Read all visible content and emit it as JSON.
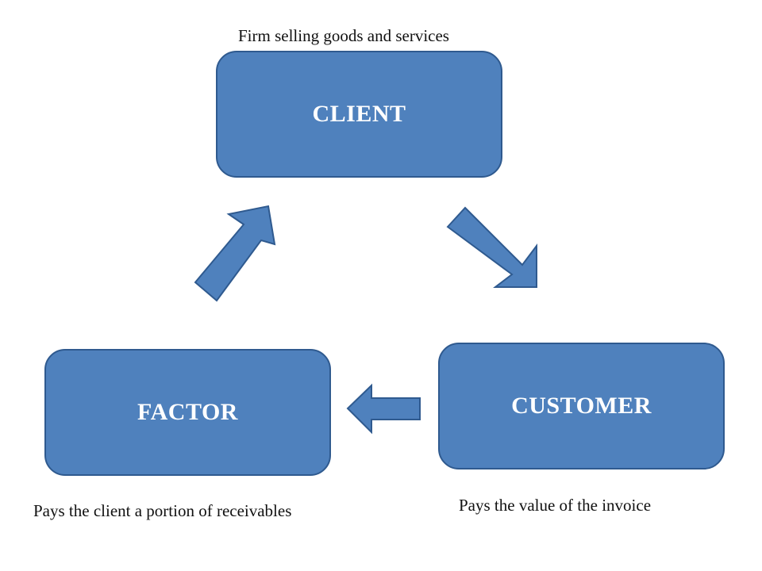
{
  "colors": {
    "box_fill": "#4f81bd",
    "box_border": "#2f5a8f",
    "text_on_box": "#ffffff",
    "caption_text": "#111111"
  },
  "client": {
    "title": "CLIENT",
    "caption": "Firm selling goods and services"
  },
  "customer": {
    "title": "CUSTOMER",
    "caption": "Pays the value of the invoice"
  },
  "factor": {
    "title": "FACTOR",
    "caption": "Pays the client a portion of receivables"
  },
  "arrows": {
    "client_to_customer": "arrow-icon",
    "customer_to_factor": "arrow-icon",
    "factor_to_client": "arrow-icon"
  }
}
